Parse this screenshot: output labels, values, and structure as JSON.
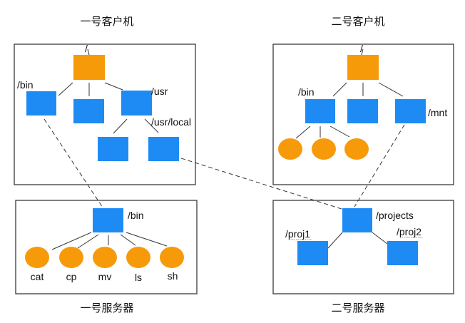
{
  "diagram": {
    "type": "nfs-mount-file-tree",
    "colors": {
      "directory": "#1e8bf5",
      "root": "#f79a0a",
      "file": "#f79a0a",
      "border": "#3a3a3a"
    },
    "machines": {
      "client1": {
        "title": "一号客户机",
        "labels": {
          "root": "/",
          "bin": "/bin",
          "usr": "/usr",
          "usr_local": "/usr/local"
        }
      },
      "client2": {
        "title": "二号客户机",
        "labels": {
          "root": "/",
          "bin": "/bin",
          "mnt": "/mnt"
        }
      },
      "server1": {
        "title": "一号服务器",
        "labels": {
          "bin": "/bin"
        },
        "files": [
          "cat",
          "cp",
          "mv",
          "ls",
          "sh"
        ]
      },
      "server2": {
        "title": "二号服务器",
        "labels": {
          "projects": "/projects",
          "proj1": "/proj1",
          "proj2": "/proj2"
        }
      }
    },
    "mounts": [
      {
        "from": "server1:/bin",
        "to": "client1:/bin"
      },
      {
        "from": "server2:/projects",
        "to": "client1:/usr/local"
      },
      {
        "from": "server2:/projects",
        "to": "client2:/mnt"
      }
    ]
  }
}
